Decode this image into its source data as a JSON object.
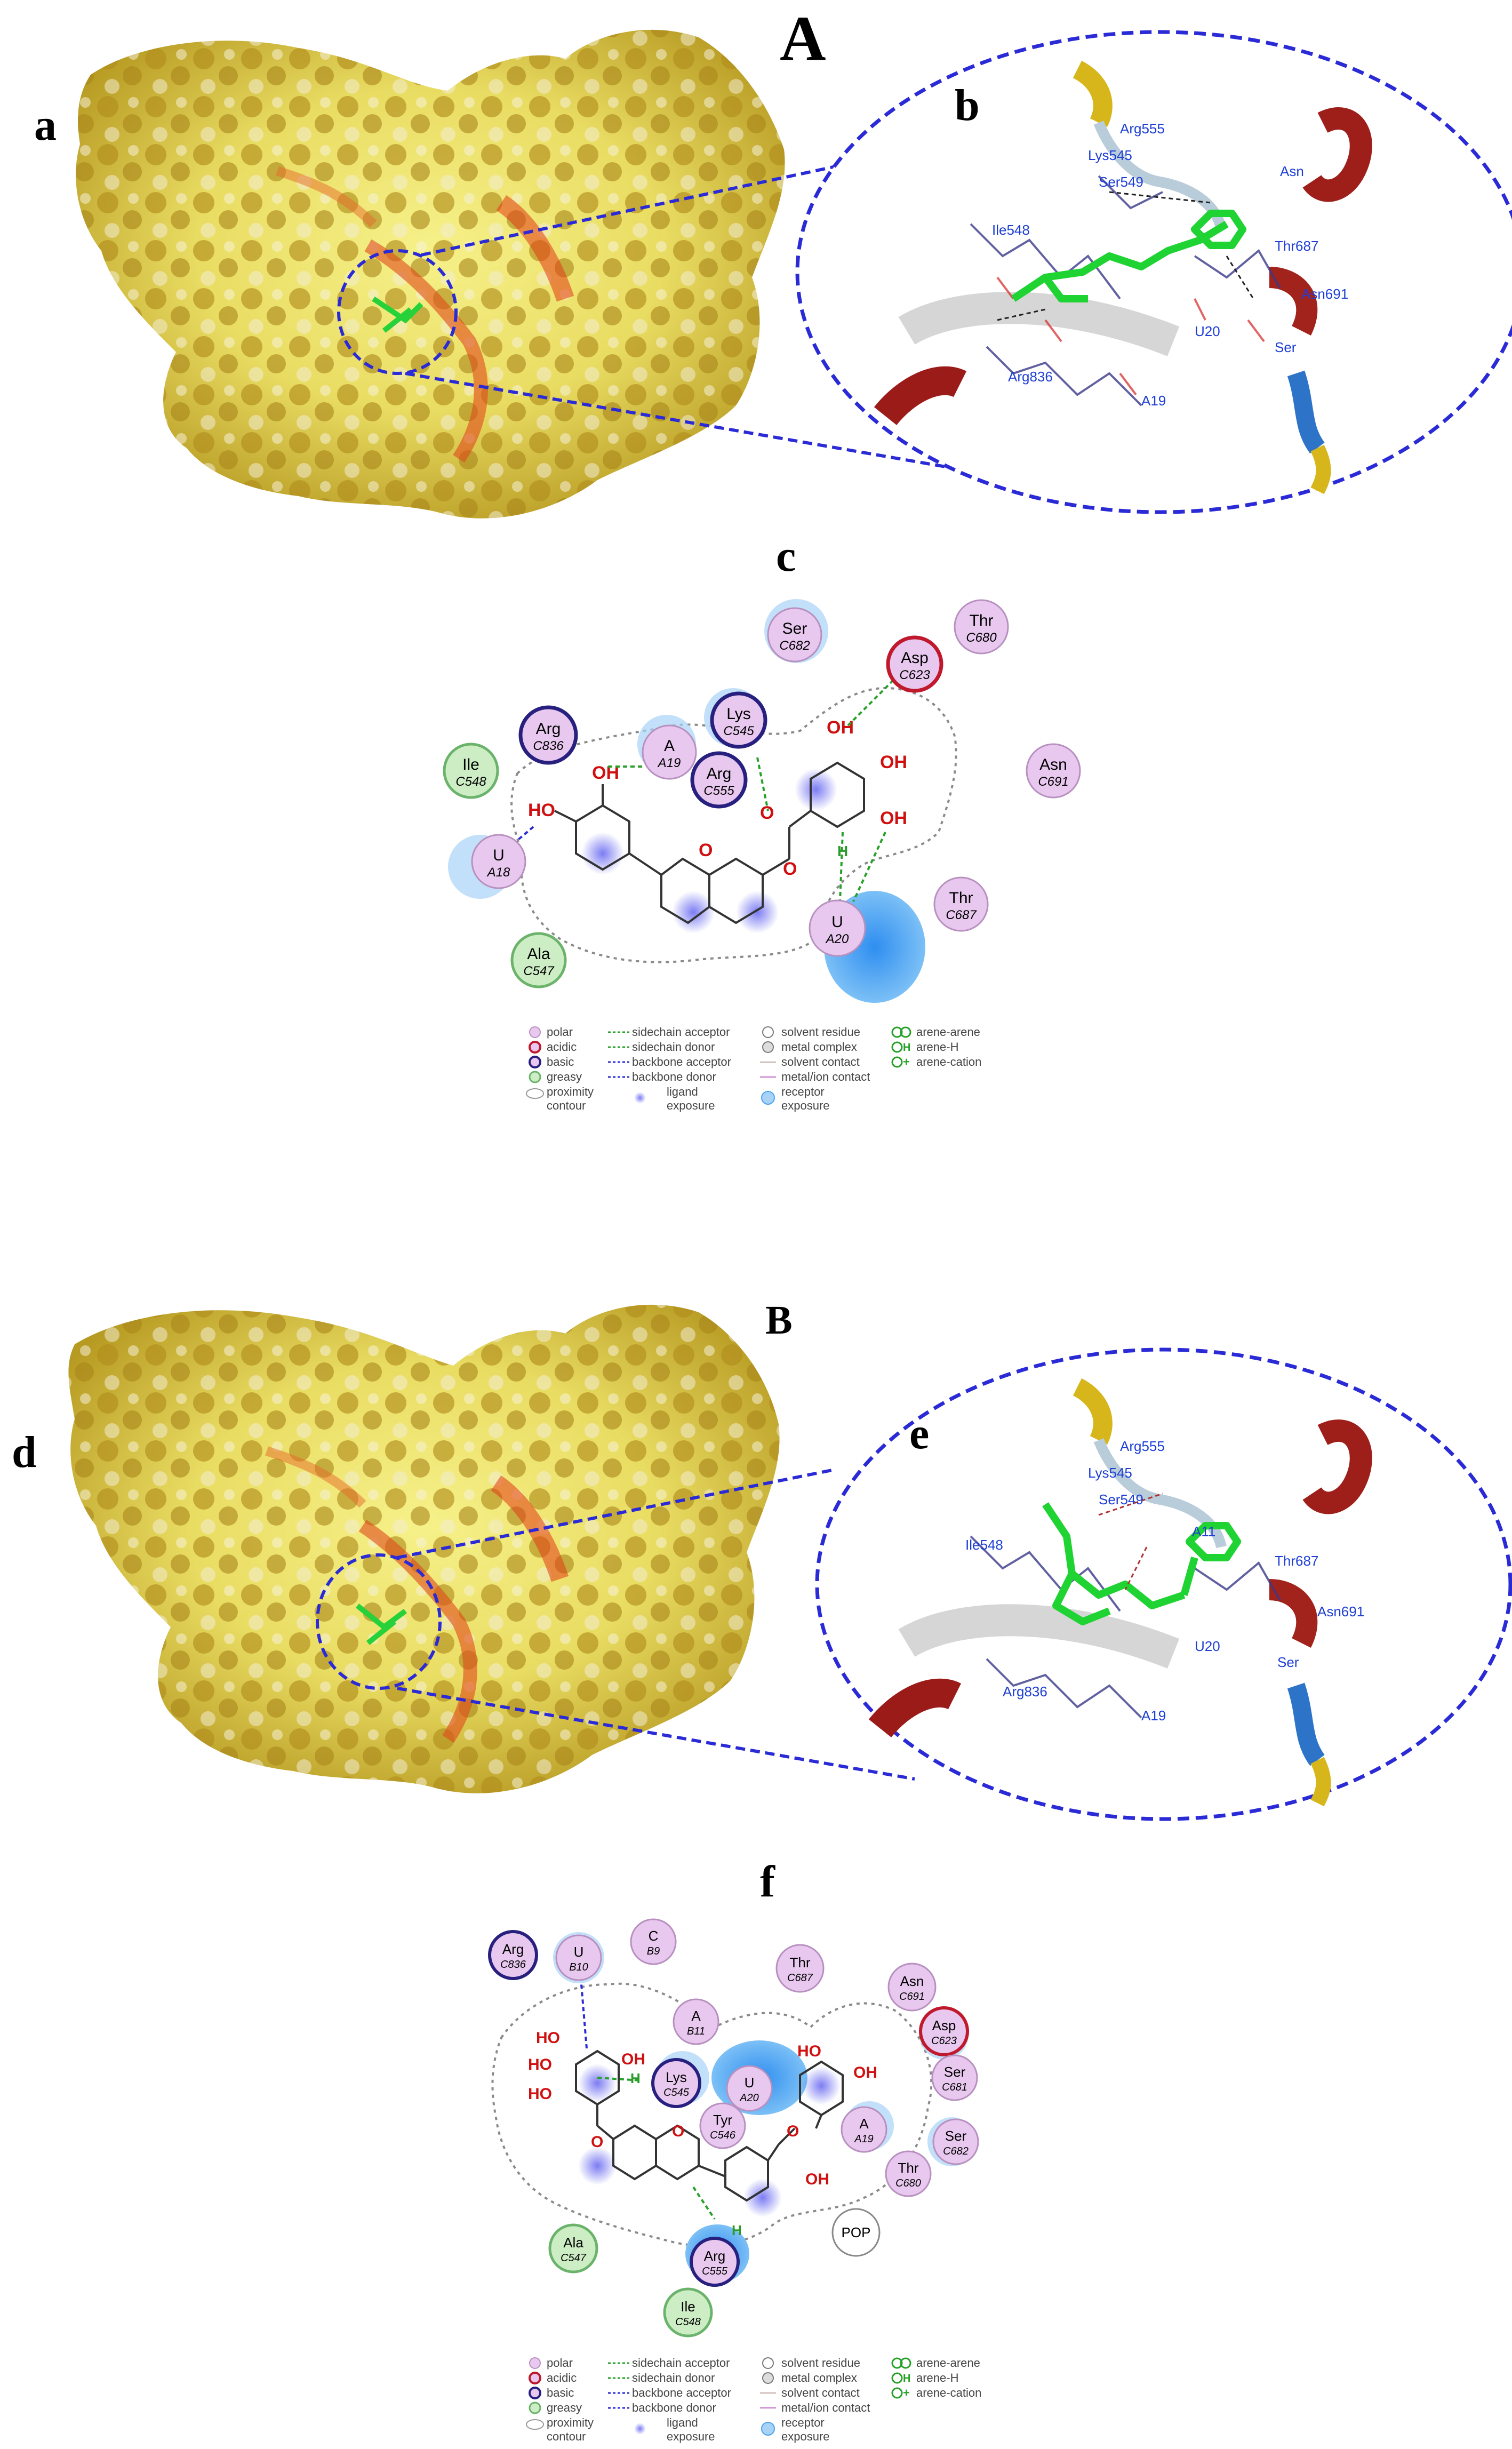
{
  "sections": [
    {
      "id": "A",
      "label": "A"
    },
    {
      "id": "B",
      "label": "B"
    }
  ],
  "panels": {
    "a": {
      "label": "a"
    },
    "b": {
      "label": "b",
      "residues": [
        "Arg555",
        "Lys545",
        "Ser549",
        "Ile548",
        "Asn",
        "Thr687",
        "Asn691",
        "Ser",
        "Arg836",
        "U20",
        "A19"
      ]
    },
    "c": {
      "label": "c",
      "residues": [
        {
          "name": "Ser",
          "sub": "C682",
          "type": "polar"
        },
        {
          "name": "Thr",
          "sub": "C680",
          "type": "polar"
        },
        {
          "name": "Asp",
          "sub": "C623",
          "type": "acidic"
        },
        {
          "name": "Arg",
          "sub": "C836",
          "type": "basic"
        },
        {
          "name": "Lys",
          "sub": "C545",
          "type": "basic"
        },
        {
          "name": "Ile",
          "sub": "C548",
          "type": "greasy"
        },
        {
          "name": "A",
          "sub": "A19",
          "type": "polar"
        },
        {
          "name": "Arg",
          "sub": "C555",
          "type": "basic"
        },
        {
          "name": "Asn",
          "sub": "C691",
          "type": "polar"
        },
        {
          "name": "U",
          "sub": "A18",
          "type": "polar"
        },
        {
          "name": "Thr",
          "sub": "C687",
          "type": "polar"
        },
        {
          "name": "U",
          "sub": "A20",
          "type": "polar"
        },
        {
          "name": "Ala",
          "sub": "C547",
          "type": "greasy"
        }
      ],
      "atoms": [
        "OH",
        "HO",
        "OH",
        "OH",
        "OH",
        "O",
        "O",
        "O",
        "H"
      ]
    },
    "d": {
      "label": "d"
    },
    "e": {
      "label": "e",
      "residues": [
        "Arg555",
        "Lys545",
        "Ser549",
        "Ile548",
        "A11",
        "Thr687",
        "Asn691",
        "Ser",
        "Arg836",
        "U20",
        "A19"
      ]
    },
    "f": {
      "label": "f",
      "residues": [
        {
          "name": "Arg",
          "sub": "C836",
          "type": "basic"
        },
        {
          "name": "U",
          "sub": "B10",
          "type": "polar"
        },
        {
          "name": "C",
          "sub": "B9",
          "type": "polar"
        },
        {
          "name": "Thr",
          "sub": "C687",
          "type": "polar"
        },
        {
          "name": "Asn",
          "sub": "C691",
          "type": "polar"
        },
        {
          "name": "A",
          "sub": "B11",
          "type": "polar"
        },
        {
          "name": "Asp",
          "sub": "C623",
          "type": "acidic"
        },
        {
          "name": "Lys",
          "sub": "C545",
          "type": "basic"
        },
        {
          "name": "U",
          "sub": "A20",
          "type": "polar"
        },
        {
          "name": "Ser",
          "sub": "C681",
          "type": "polar"
        },
        {
          "name": "Tyr",
          "sub": "C546",
          "type": "polar"
        },
        {
          "name": "A",
          "sub": "A19",
          "type": "polar"
        },
        {
          "name": "Ser",
          "sub": "C682",
          "type": "polar"
        },
        {
          "name": "Thr",
          "sub": "C680",
          "type": "polar"
        },
        {
          "name": "Ala",
          "sub": "C547",
          "type": "greasy"
        },
        {
          "name": "Arg",
          "sub": "C555",
          "type": "basic"
        },
        {
          "name": "Ile",
          "sub": "C548",
          "type": "greasy"
        }
      ],
      "pop": "POP",
      "atoms": [
        "HO",
        "HO",
        "OH",
        "HO",
        "HO",
        "OH",
        "OH",
        "O",
        "O",
        "O",
        "H",
        "H"
      ]
    }
  },
  "legend": {
    "col1": [
      "polar",
      "acidic",
      "basic",
      "greasy",
      "proximity",
      "contour"
    ],
    "col2": [
      "sidechain acceptor",
      "sidechain donor",
      "backbone acceptor",
      "backbone donor",
      "ligand",
      "exposure"
    ],
    "col3": [
      "solvent residue",
      "metal complex",
      "solvent contact",
      "metal/ion contact",
      "receptor",
      "exposure"
    ],
    "col4": [
      "arene-arene",
      "arene-H",
      "arene-cation"
    ]
  },
  "colors": {
    "polar": "#e8c8ef",
    "acidic_ring": "#c0182c",
    "basic_ring": "#27207f",
    "greasy": "#cdeec5",
    "greasy_ring": "#6bb36b",
    "exposure": "#4aa3f0",
    "dash": "#2a2ad6",
    "surface": "#d8d3a8"
  }
}
